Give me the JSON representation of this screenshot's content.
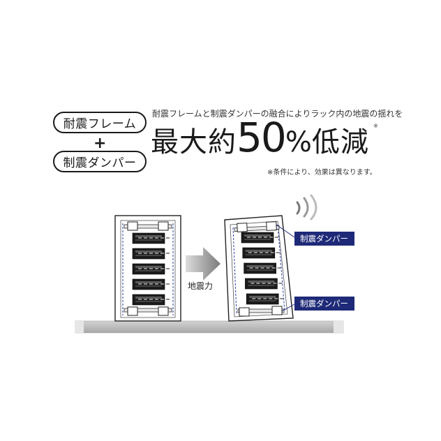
{
  "pills": {
    "frame": "耐震フレーム",
    "plus": "+",
    "damper": "制震ダンパー"
  },
  "headline": {
    "description": "耐震フレームと制震ダンパーの融合によりラック内の地震の揺れを",
    "part1": "最大約",
    "number": "50",
    "percent": "%",
    "part2": "低減",
    "asterisk": "※",
    "note": "※条件により、効果は異なります。"
  },
  "diagram": {
    "force_label": "地震力",
    "damper_label_top": "制震ダンパー",
    "damper_label_bottom": "制震ダンパー"
  },
  "colors": {
    "label_bg": "#1e2a78",
    "dashed_line": "#2a3fa8",
    "ground": "#c0c0c0",
    "arrow": "#8a8a8a"
  }
}
